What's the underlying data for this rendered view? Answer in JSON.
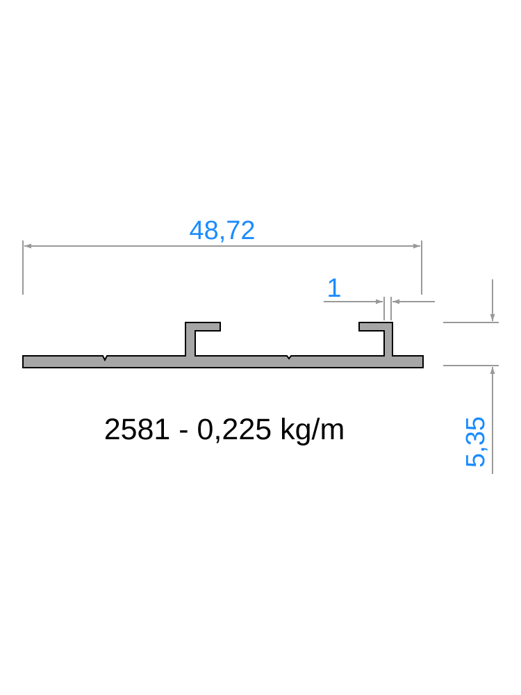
{
  "dimensions": {
    "overall_width": "48,72",
    "wall_thickness": "1",
    "height": "5,35"
  },
  "caption": "2581 - 0,225 kg/m",
  "colors": {
    "background": "#ffffff",
    "profile_fill": "#a6a6a6",
    "profile_stroke": "#000000",
    "dimension_line": "#999999",
    "dimension_text": "#1a8cff",
    "caption_text": "#000000"
  }
}
